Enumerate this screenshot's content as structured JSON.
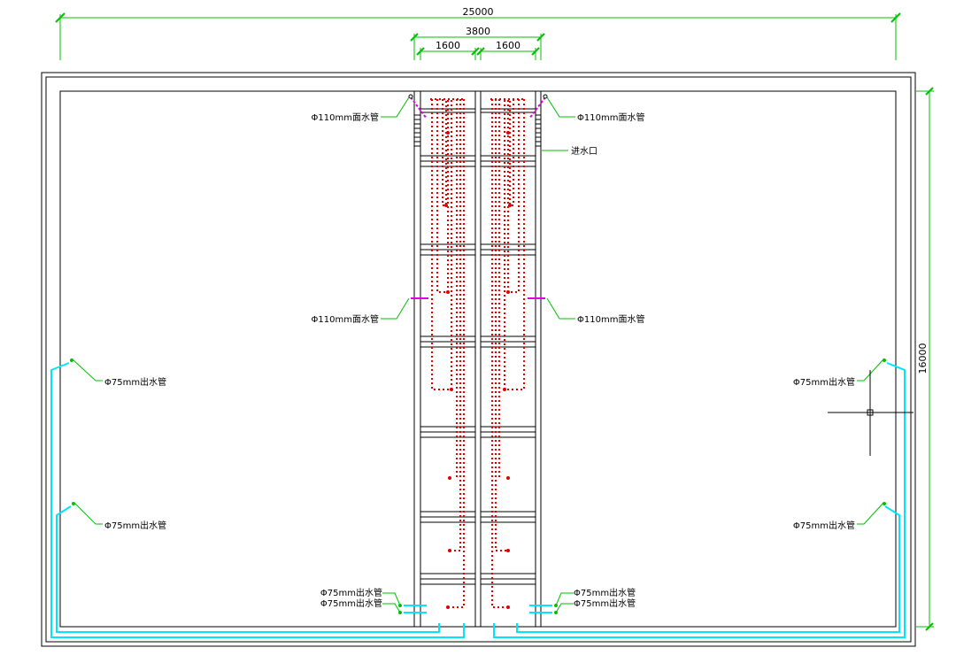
{
  "dimensions": {
    "total_width": "25000",
    "center_width": "3800",
    "left_bay": "1600",
    "right_bay": "1600",
    "height": "16000"
  },
  "labels": {
    "surface_pipe_110": "Φ110mm面水管",
    "outlet_pipe_75": "Φ75mm出水管",
    "inlet": "进水口"
  },
  "colors": {
    "outline": "#000000",
    "dimension": "#00c000",
    "surface_pipe": "#e000e0",
    "outlet_pipe": "#00e5ff",
    "aeration": "#e00000",
    "leader": "#00c000"
  }
}
